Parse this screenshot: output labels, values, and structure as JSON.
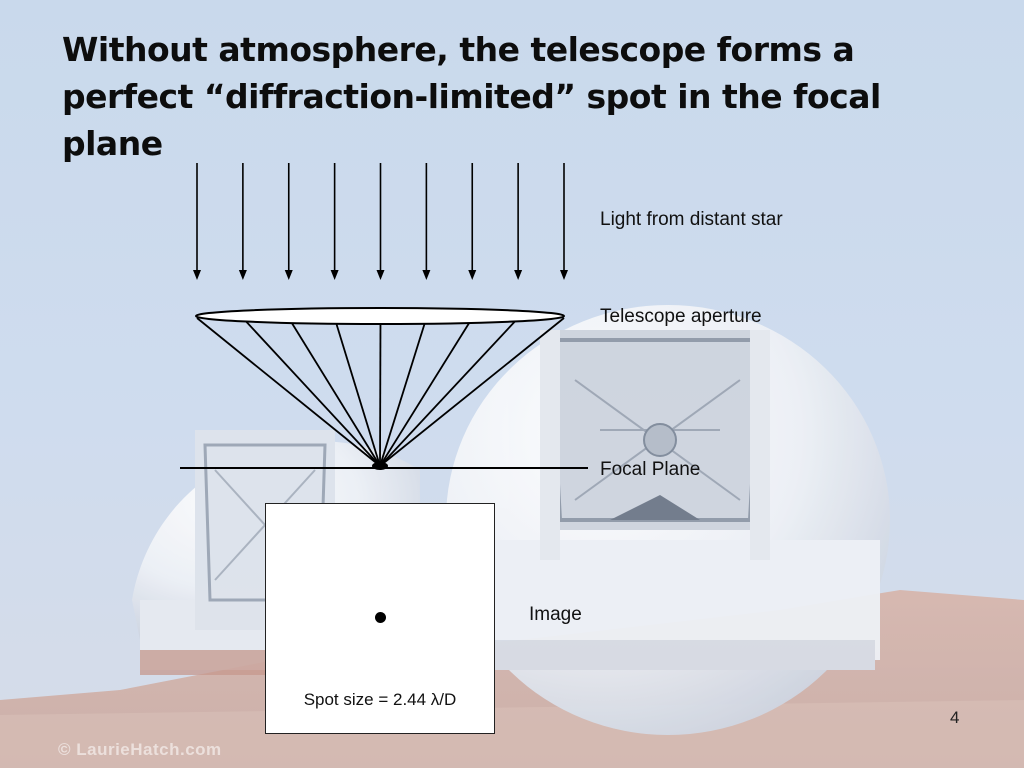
{
  "slide": {
    "title": "Without atmosphere, the telescope forms a perfect “diffraction-limited” spot in the focal plane",
    "slide_number": "4",
    "watermark": "© LaurieHatch.com"
  },
  "diagram": {
    "labels": {
      "starlight": "Light from distant star",
      "aperture": "Telescope aperture",
      "focal_plane": "Focal Plane",
      "image": "Image"
    },
    "spot_formula": "Spot size = 2.44 λ/D",
    "incoming_ray_count": 9,
    "converging_ray_count": 9
  },
  "colors": {
    "sky": "#c9d9ec",
    "dome": "#f2f4f7",
    "ground": "#c8a49a",
    "lines": "#000000"
  }
}
